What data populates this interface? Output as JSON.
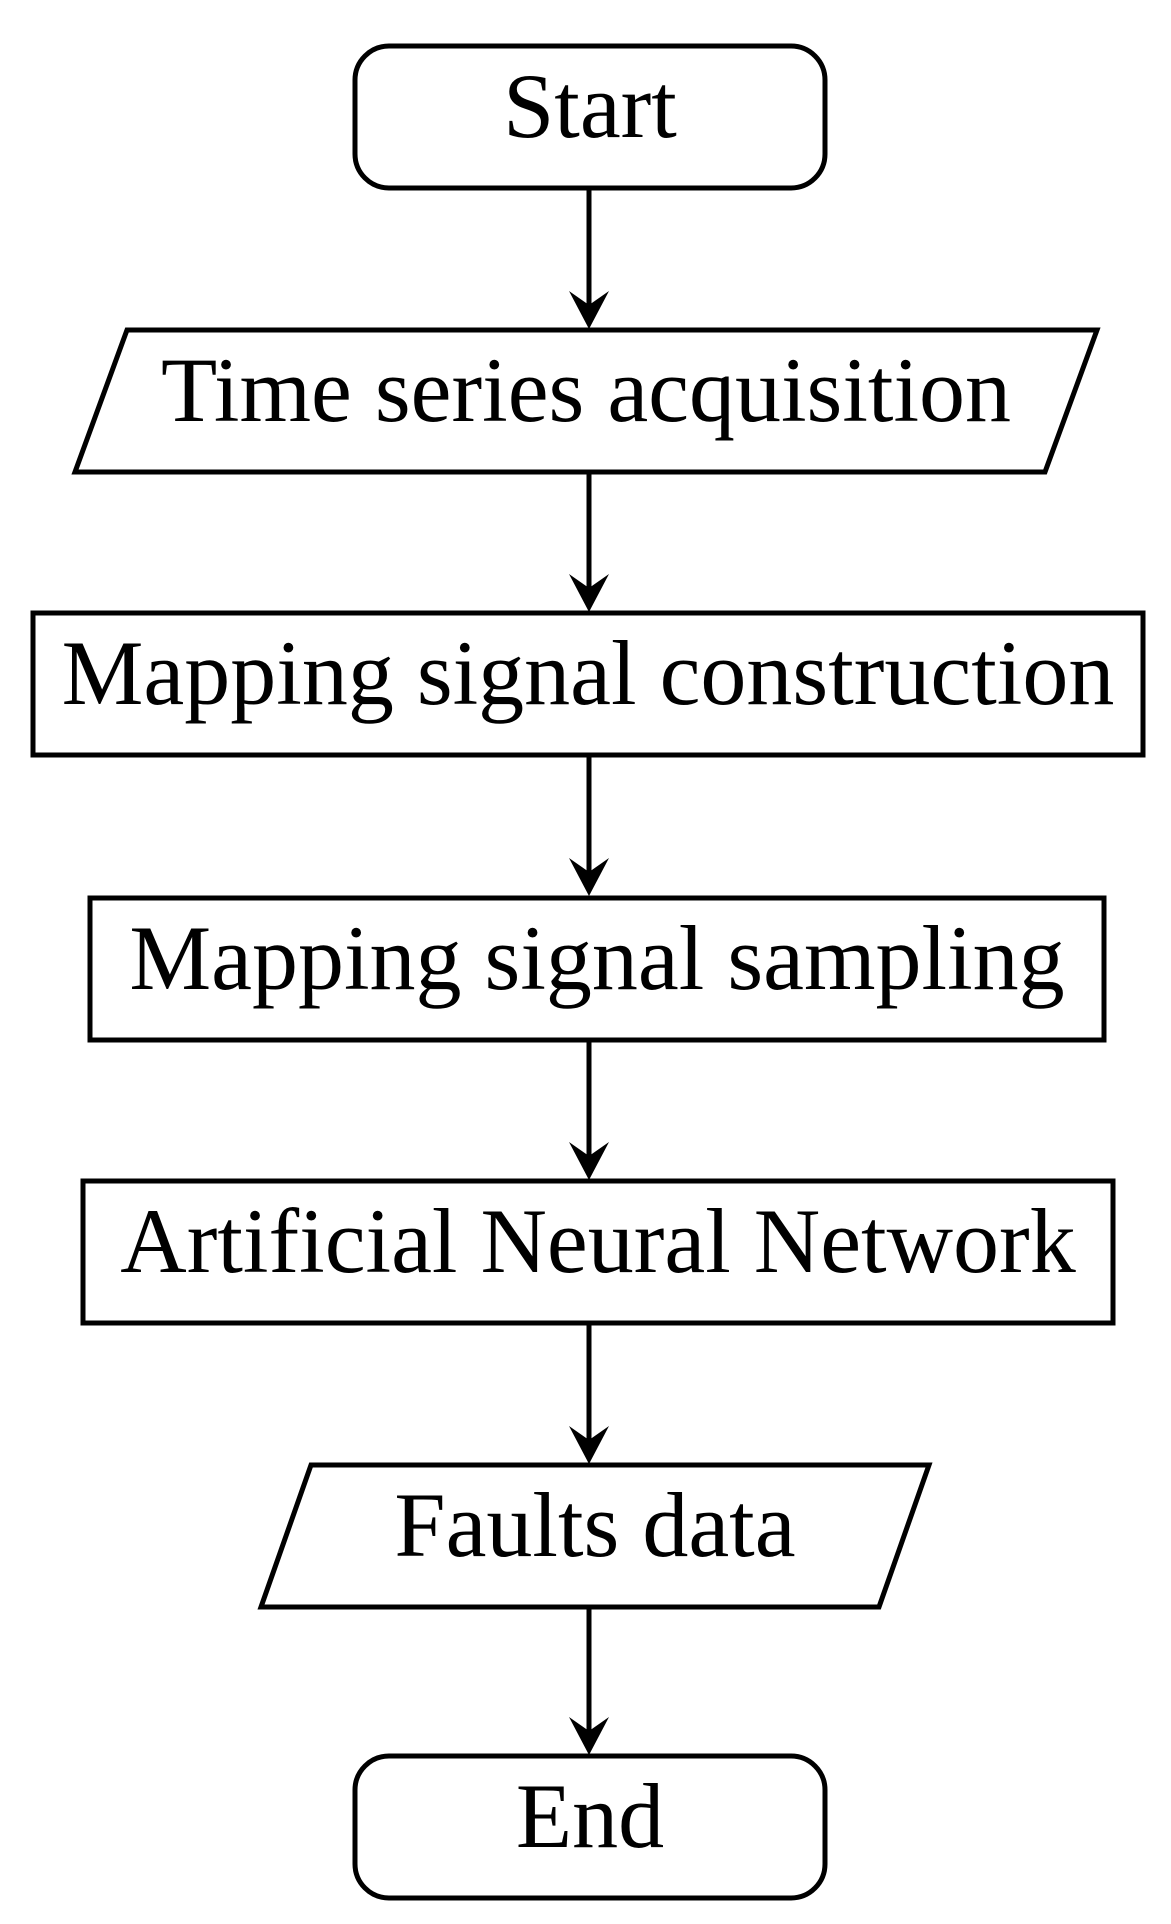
{
  "page": {
    "background_color": "#ffffff"
  },
  "diagram": {
    "type": "flowchart",
    "direction": "top-down",
    "colors": {
      "stroke": "#000000",
      "node_fill": "#ffffff",
      "text": "#000000"
    },
    "nodes": [
      {
        "id": "start",
        "shape": "terminator",
        "label": "Start"
      },
      {
        "id": "time-series-acquisition",
        "shape": "parallelogram",
        "label": "Time series acquisition"
      },
      {
        "id": "mapping-signal-construction",
        "shape": "rectangle",
        "label": "Mapping signal construction"
      },
      {
        "id": "mapping-signal-sampling",
        "shape": "rectangle",
        "label": "Mapping signal sampling"
      },
      {
        "id": "artificial-neural-network",
        "shape": "rectangle",
        "label": "Artificial Neural Network"
      },
      {
        "id": "faults-data",
        "shape": "parallelogram",
        "label": "Faults data"
      },
      {
        "id": "end",
        "shape": "terminator",
        "label": "End"
      }
    ],
    "edges": [
      {
        "from": "start",
        "to": "time-series-acquisition"
      },
      {
        "from": "time-series-acquisition",
        "to": "mapping-signal-construction"
      },
      {
        "from": "mapping-signal-construction",
        "to": "mapping-signal-sampling"
      },
      {
        "from": "mapping-signal-sampling",
        "to": "artificial-neural-network"
      },
      {
        "from": "artificial-neural-network",
        "to": "faults-data"
      },
      {
        "from": "faults-data",
        "to": "end"
      }
    ]
  }
}
